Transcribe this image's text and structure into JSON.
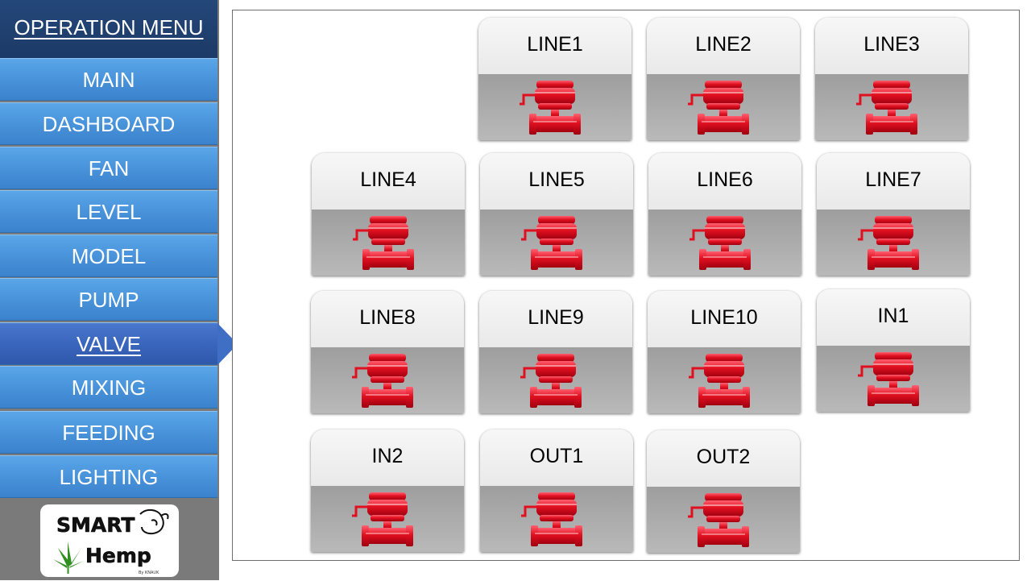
{
  "sidebar": {
    "header": "OPERATION MENU",
    "items": [
      {
        "label": "MAIN",
        "active": false
      },
      {
        "label": "DASHBOARD",
        "active": false
      },
      {
        "label": "FAN",
        "active": false
      },
      {
        "label": "LEVEL",
        "active": false
      },
      {
        "label": "MODEL",
        "active": false
      },
      {
        "label": "PUMP",
        "active": false
      },
      {
        "label": "VALVE",
        "active": true
      },
      {
        "label": "MIXING",
        "active": false
      },
      {
        "label": "FEEDING",
        "active": false
      },
      {
        "label": "LIGHTING",
        "active": false
      }
    ],
    "logo": {
      "line1": "SMART",
      "line2": "Hemp",
      "tagline": "By KNAUK"
    }
  },
  "valves": [
    {
      "label": "LINE1",
      "icon": "valve-icon"
    },
    {
      "label": "LINE2",
      "icon": "valve-icon"
    },
    {
      "label": "LINE3",
      "icon": "valve-icon"
    },
    {
      "label": "LINE4",
      "icon": "valve-icon"
    },
    {
      "label": "LINE5",
      "icon": "valve-icon"
    },
    {
      "label": "LINE6",
      "icon": "valve-icon"
    },
    {
      "label": "LINE7",
      "icon": "valve-icon"
    },
    {
      "label": "LINE8",
      "icon": "valve-icon"
    },
    {
      "label": "LINE9",
      "icon": "valve-icon"
    },
    {
      "label": "LINE10",
      "icon": "valve-icon"
    },
    {
      "label": "IN1",
      "icon": "valve-icon"
    },
    {
      "label": "IN2",
      "icon": "valve-icon"
    },
    {
      "label": "OUT1",
      "icon": "valve-icon"
    },
    {
      "label": "OUT2",
      "icon": "valve-icon"
    }
  ],
  "colors": {
    "menu_blue": "#4a95dc",
    "menu_active": "#3a66bd",
    "menu_header": "#1f3f6e",
    "valve_red": "#e01020"
  }
}
